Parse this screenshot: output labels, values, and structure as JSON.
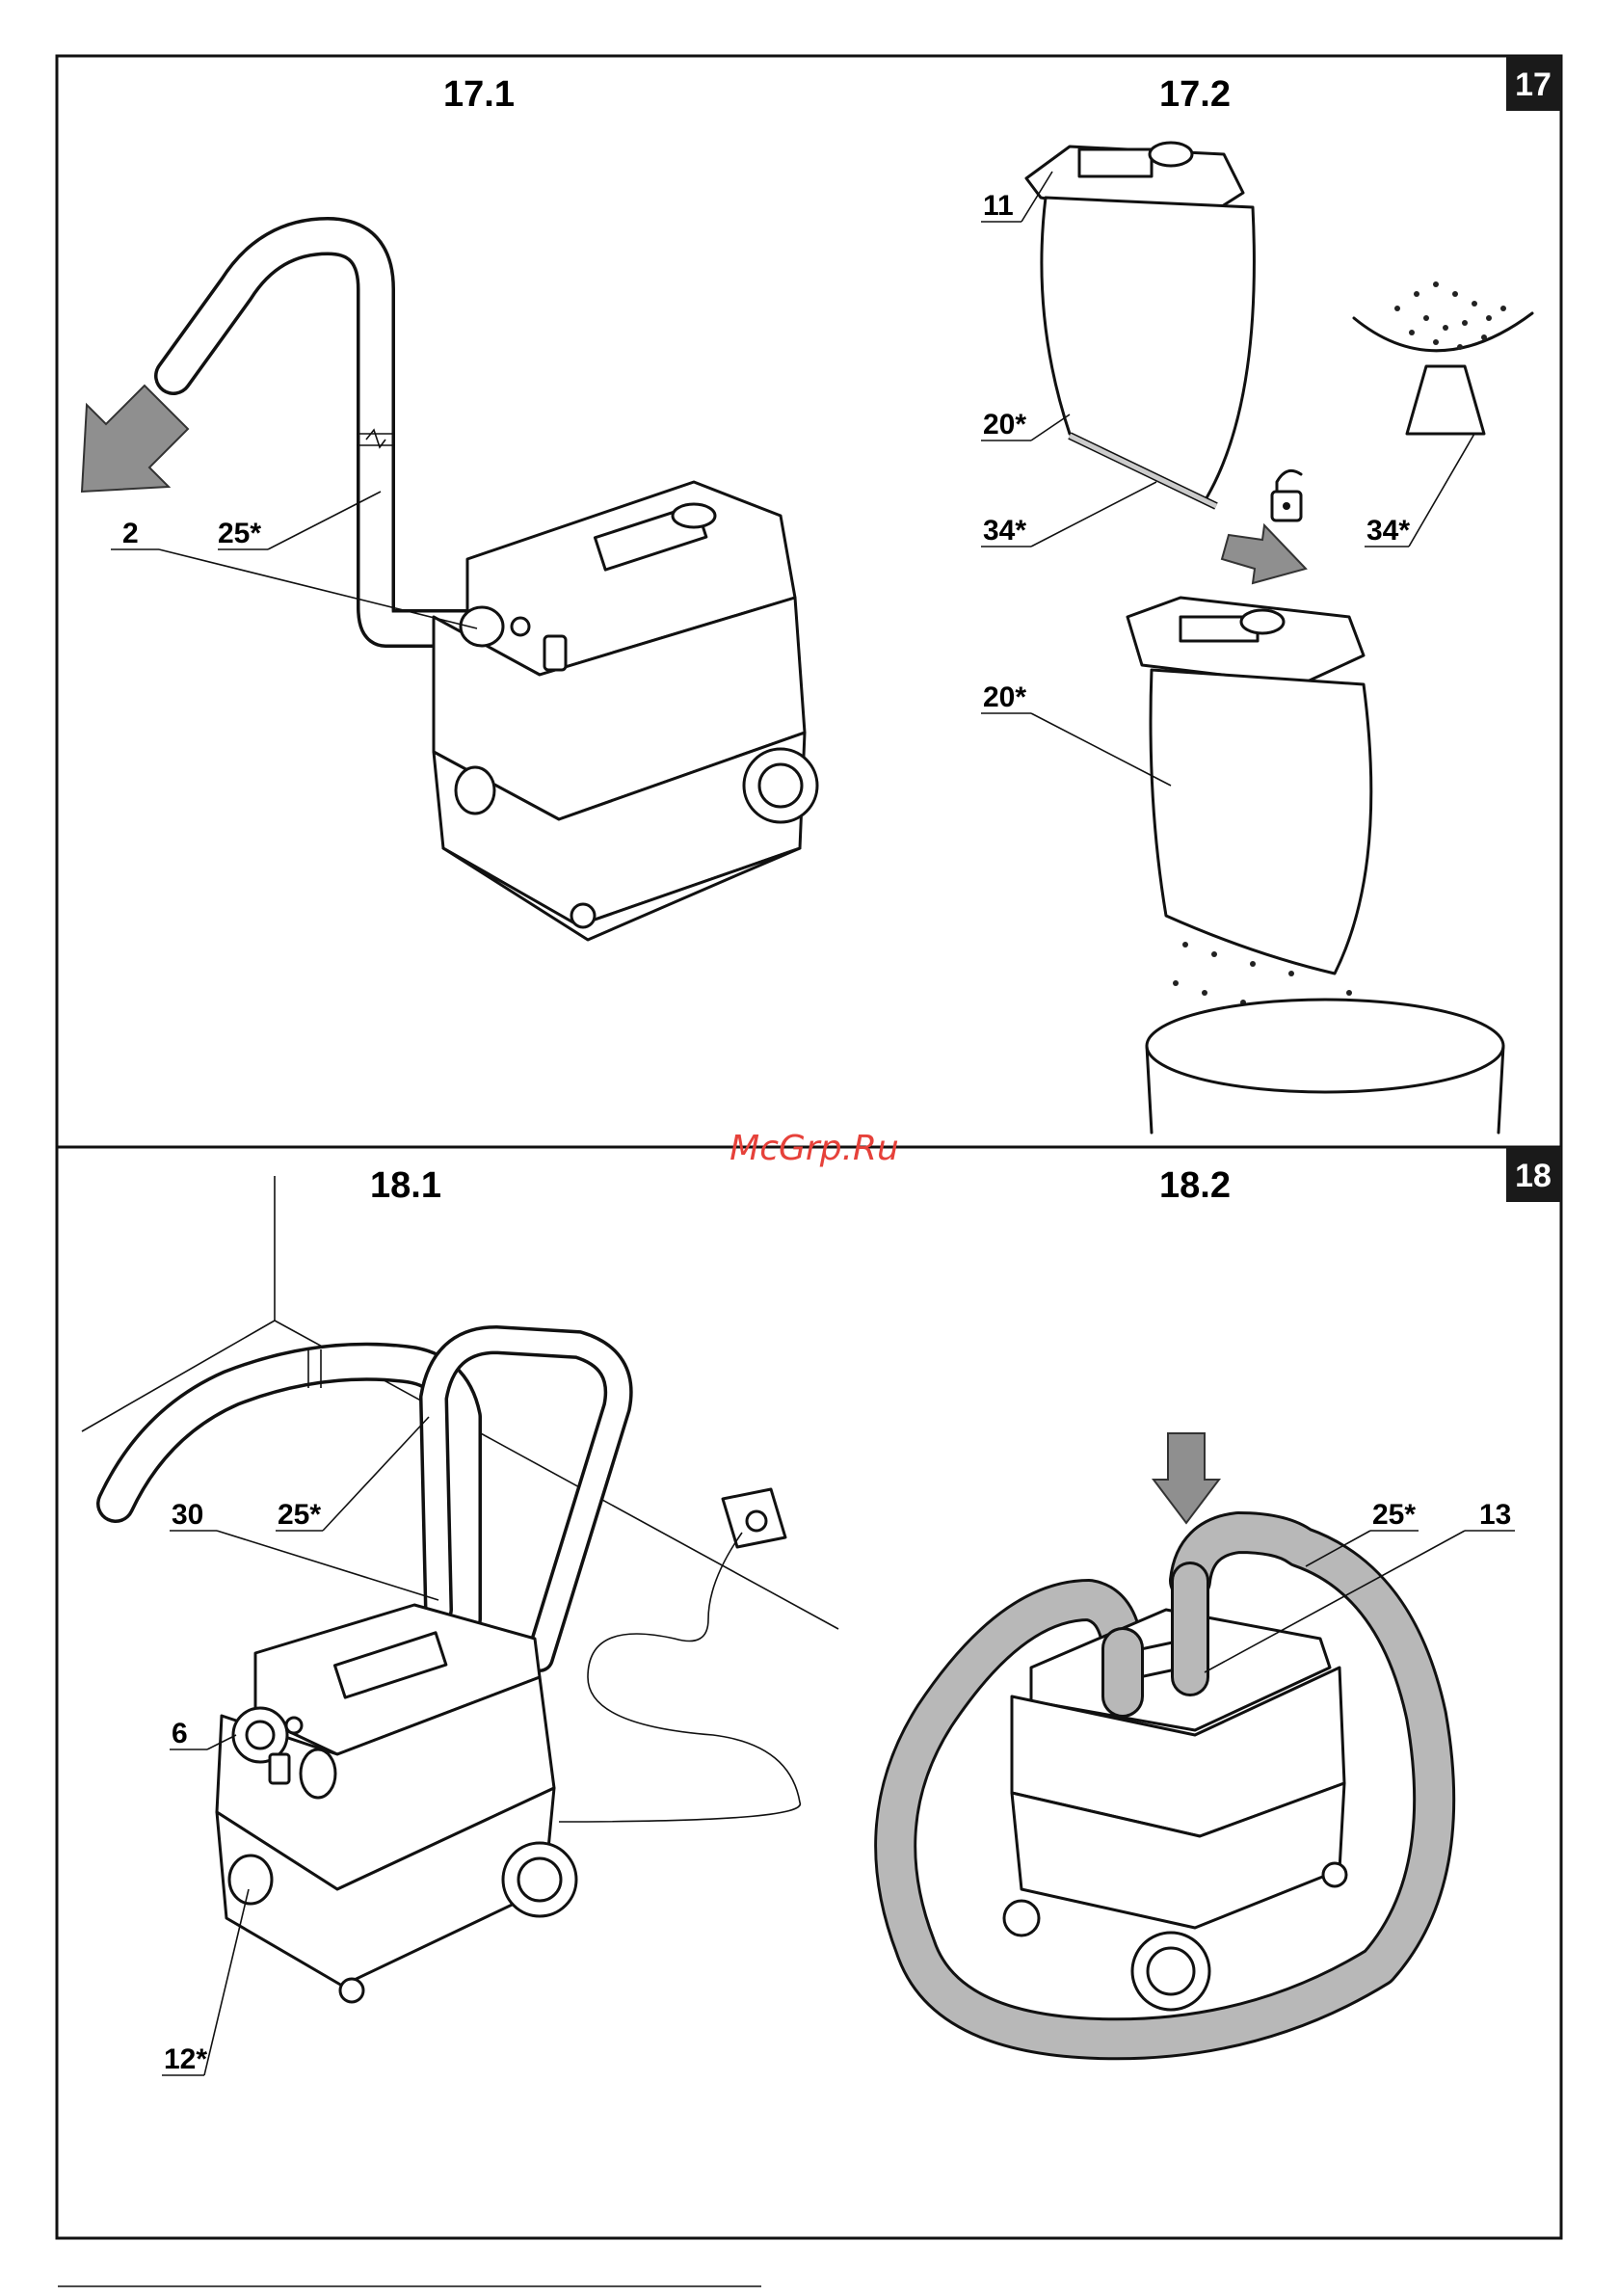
{
  "sections": [
    {
      "badge": "17",
      "panels": [
        {
          "title": "17.1",
          "callouts": [
            "2",
            "25*"
          ]
        },
        {
          "title": "17.2",
          "callouts": [
            "11",
            "20*",
            "34*",
            "34*",
            "20*"
          ]
        }
      ]
    },
    {
      "badge": "18",
      "panels": [
        {
          "title": "18.1",
          "callouts": [
            "30",
            "25*",
            "6",
            "12*"
          ]
        },
        {
          "title": "18.2",
          "callouts": [
            "25*",
            "13"
          ]
        }
      ]
    }
  ],
  "watermark": "McGrp.Ru",
  "icons": [
    "unlock-icon",
    "arrow-down-left-icon",
    "arrow-down-right-icon",
    "arrow-down-icon"
  ]
}
